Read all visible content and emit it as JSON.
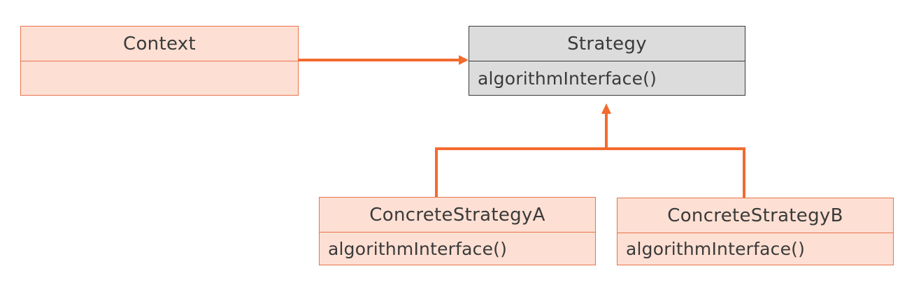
{
  "diagram": {
    "context": {
      "name": "Context",
      "operation": ""
    },
    "strategy": {
      "name": "Strategy",
      "operation": "algorithmInterface()"
    },
    "concrete_a": {
      "name": "ConcreteStrategyA",
      "operation": "algorithmInterface()"
    },
    "concrete_b": {
      "name": "ConcreteStrategyB",
      "operation": "algorithmInterface()"
    }
  },
  "colors": {
    "accent": "#e8734a",
    "class_fill": "#fddfd3",
    "interface_fill": "#dcdcdc",
    "interface_border": "#3a3a3a",
    "text": "#3a3a3a",
    "connector": "#f26b2f"
  }
}
